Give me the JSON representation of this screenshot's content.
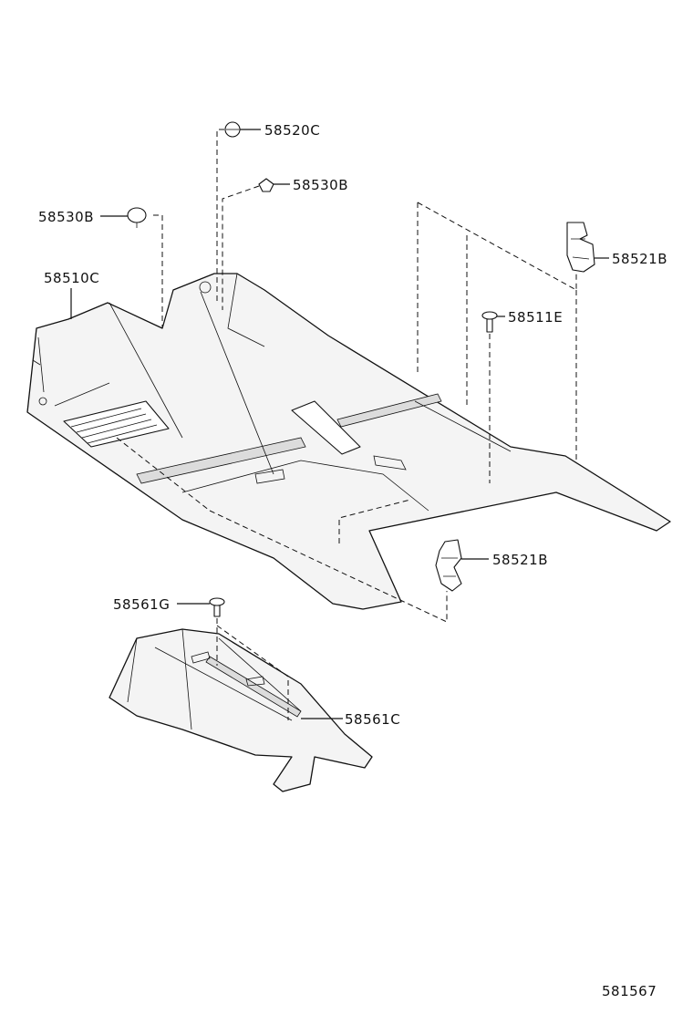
{
  "diagram": {
    "part_labels": {
      "clip_top": "58520C",
      "clip_mid": "58530B",
      "clip_left": "58530B",
      "carpet_main": "58510C",
      "bracket_upper": "58521B",
      "screw_right": "58511E",
      "bracket_lower": "58521B",
      "screw_rear": "58561G",
      "carpet_rear": "58561C"
    },
    "figure_code": "581567"
  }
}
